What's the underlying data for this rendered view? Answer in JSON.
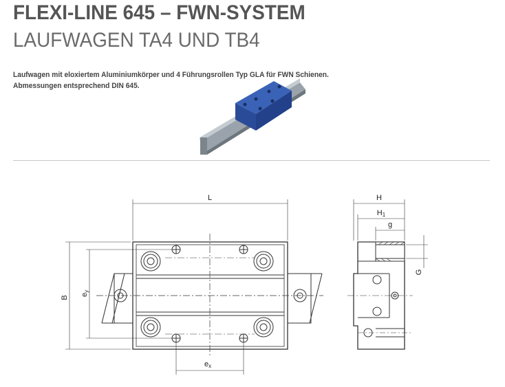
{
  "header": {
    "title": "FLEXI-LINE 645 – FWN-SYSTEM",
    "subtitle": "LAUFWAGEN TA4 UND TB4"
  },
  "description": {
    "line1": "Laufwagen mit eloxiertem Aluminiumkörper und 4 Führungsrollen Typ GLA für FWN Schienen.",
    "line2": "Abmessungen entsprechend DIN 645."
  },
  "drawing": {
    "dim_L": "L",
    "dim_B": "B",
    "dim_ey": "e",
    "dim_ey_sub": "y",
    "dim_ex": "e",
    "dim_ex_sub": "x",
    "dim_H": "H",
    "dim_H1": "H",
    "dim_H1_sub": "1",
    "dim_g": "g",
    "dim_G": "G"
  },
  "colors": {
    "carriage": "#2f55a8",
    "rail": "#8a949c",
    "line": "#333333"
  }
}
